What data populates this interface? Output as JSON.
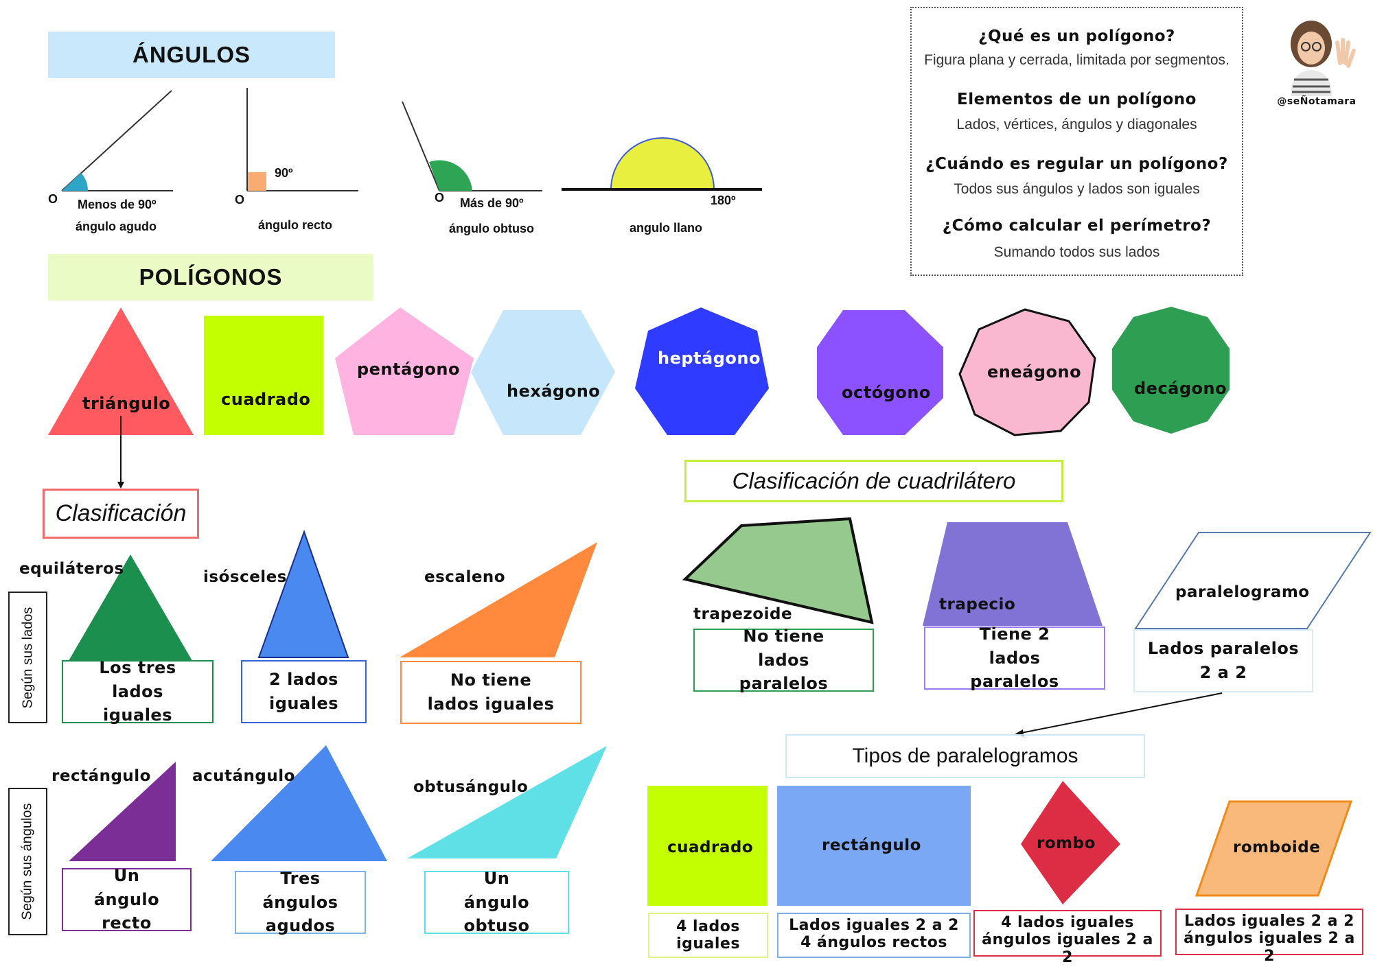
{
  "angulos": {
    "title": "ÁNGULOS",
    "acute": {
      "vertex": "O",
      "measure": "Menos de 90º",
      "name": "ángulo  agudo"
    },
    "right": {
      "vertex": "O",
      "measure": "90º",
      "name": "ángulo  recto"
    },
    "obtuse": {
      "vertex": "O",
      "measure": "Más de 90º",
      "name": "ángulo  obtuso"
    },
    "straight": {
      "measure": "180º",
      "name": "angulo llano"
    }
  },
  "info": {
    "q1": "¿Qué es un polígono?",
    "a1": "Figura plana y cerrada, limitada por segmentos.",
    "q2": "Elementos de un polígono",
    "a2": "Lados, vértices, ángulos y diagonales",
    "q3": "¿Cuándo es regular un polígono?",
    "a3": "Todos sus ángulos y lados son iguales",
    "q4": "¿Cómo calcular el perímetro?",
    "a4": "Sumando todos sus lados"
  },
  "author": {
    "handle": "@seÑotamara"
  },
  "poligonos": {
    "title": "POLÍGONOS",
    "shapes": [
      {
        "name": "triángulo",
        "color": "#ff5a5f"
      },
      {
        "name": "cuadrado",
        "color": "#c4ff00"
      },
      {
        "name": "pentágono",
        "color": "#ffb3e0"
      },
      {
        "name": "hexágono",
        "color": "#c5e6fb"
      },
      {
        "name": "heptágono",
        "color": "#2f3cff"
      },
      {
        "name": "octógono",
        "color": "#8c52ff"
      },
      {
        "name": "eneágono",
        "color": "#f9b8cf"
      },
      {
        "name": "decágono",
        "color": "#2e9e52"
      }
    ]
  },
  "clasificacion": {
    "title": "Clasificación",
    "by_sides_label": "Según sus lados",
    "by_angles_label": "Según sus ángulos",
    "equilatero": {
      "name": "equiláteros",
      "desc": "Los tres lados iguales",
      "color": "#1b8f4e"
    },
    "isosceles": {
      "name": "isósceles",
      "desc": "2 lados iguales",
      "color": "#4a89f0"
    },
    "escaleno": {
      "name": "escaleno",
      "desc": "No tiene lados iguales",
      "color": "#ff8a3d"
    },
    "rectangulo": {
      "name": "rectángulo",
      "desc": "Un ángulo recto",
      "color": "#7a2e96"
    },
    "acutangulo": {
      "name": "acutángulo",
      "desc": "Tres ángulos agudos",
      "color": "#4a89f0"
    },
    "obtusangulo": {
      "name": "obtusángulo",
      "desc": "Un ángulo obtuso",
      "color": "#5fe0e6"
    }
  },
  "cuadrilateros": {
    "title": "Clasificación de cuadrilátero",
    "trapezoide": {
      "name": "trapezoide",
      "desc": "No tiene lados paralelos",
      "color": "#96c98e"
    },
    "trapecio": {
      "name": "trapecio",
      "desc": "Tiene 2 lados paralelos",
      "color": "#8173d6"
    },
    "paralelogramo": {
      "name": "paralelogramo",
      "desc": "Lados paralelos 2 a 2",
      "color": "#ffffff"
    }
  },
  "paralelogramos": {
    "title": "Tipos de paralelogramos",
    "cuadrado": {
      "name": "cuadrado",
      "desc": "4 lados iguales",
      "color": "#c4ff00"
    },
    "rectangulo": {
      "name": "rectángulo",
      "desc_1": "Lados iguales 2 a 2",
      "desc_2": "4 ángulos rectos",
      "color": "#7ba8f5"
    },
    "rombo": {
      "name": "rombo",
      "desc_1": "4 lados iguales",
      "desc_2": "ángulos iguales 2 a 2",
      "color": "#dc2d45"
    },
    "romboide": {
      "name": "romboide",
      "desc_1": "Lados iguales 2 a 2",
      "desc_2": "ángulos iguales 2 a 2",
      "color": "#f9b97a"
    }
  }
}
